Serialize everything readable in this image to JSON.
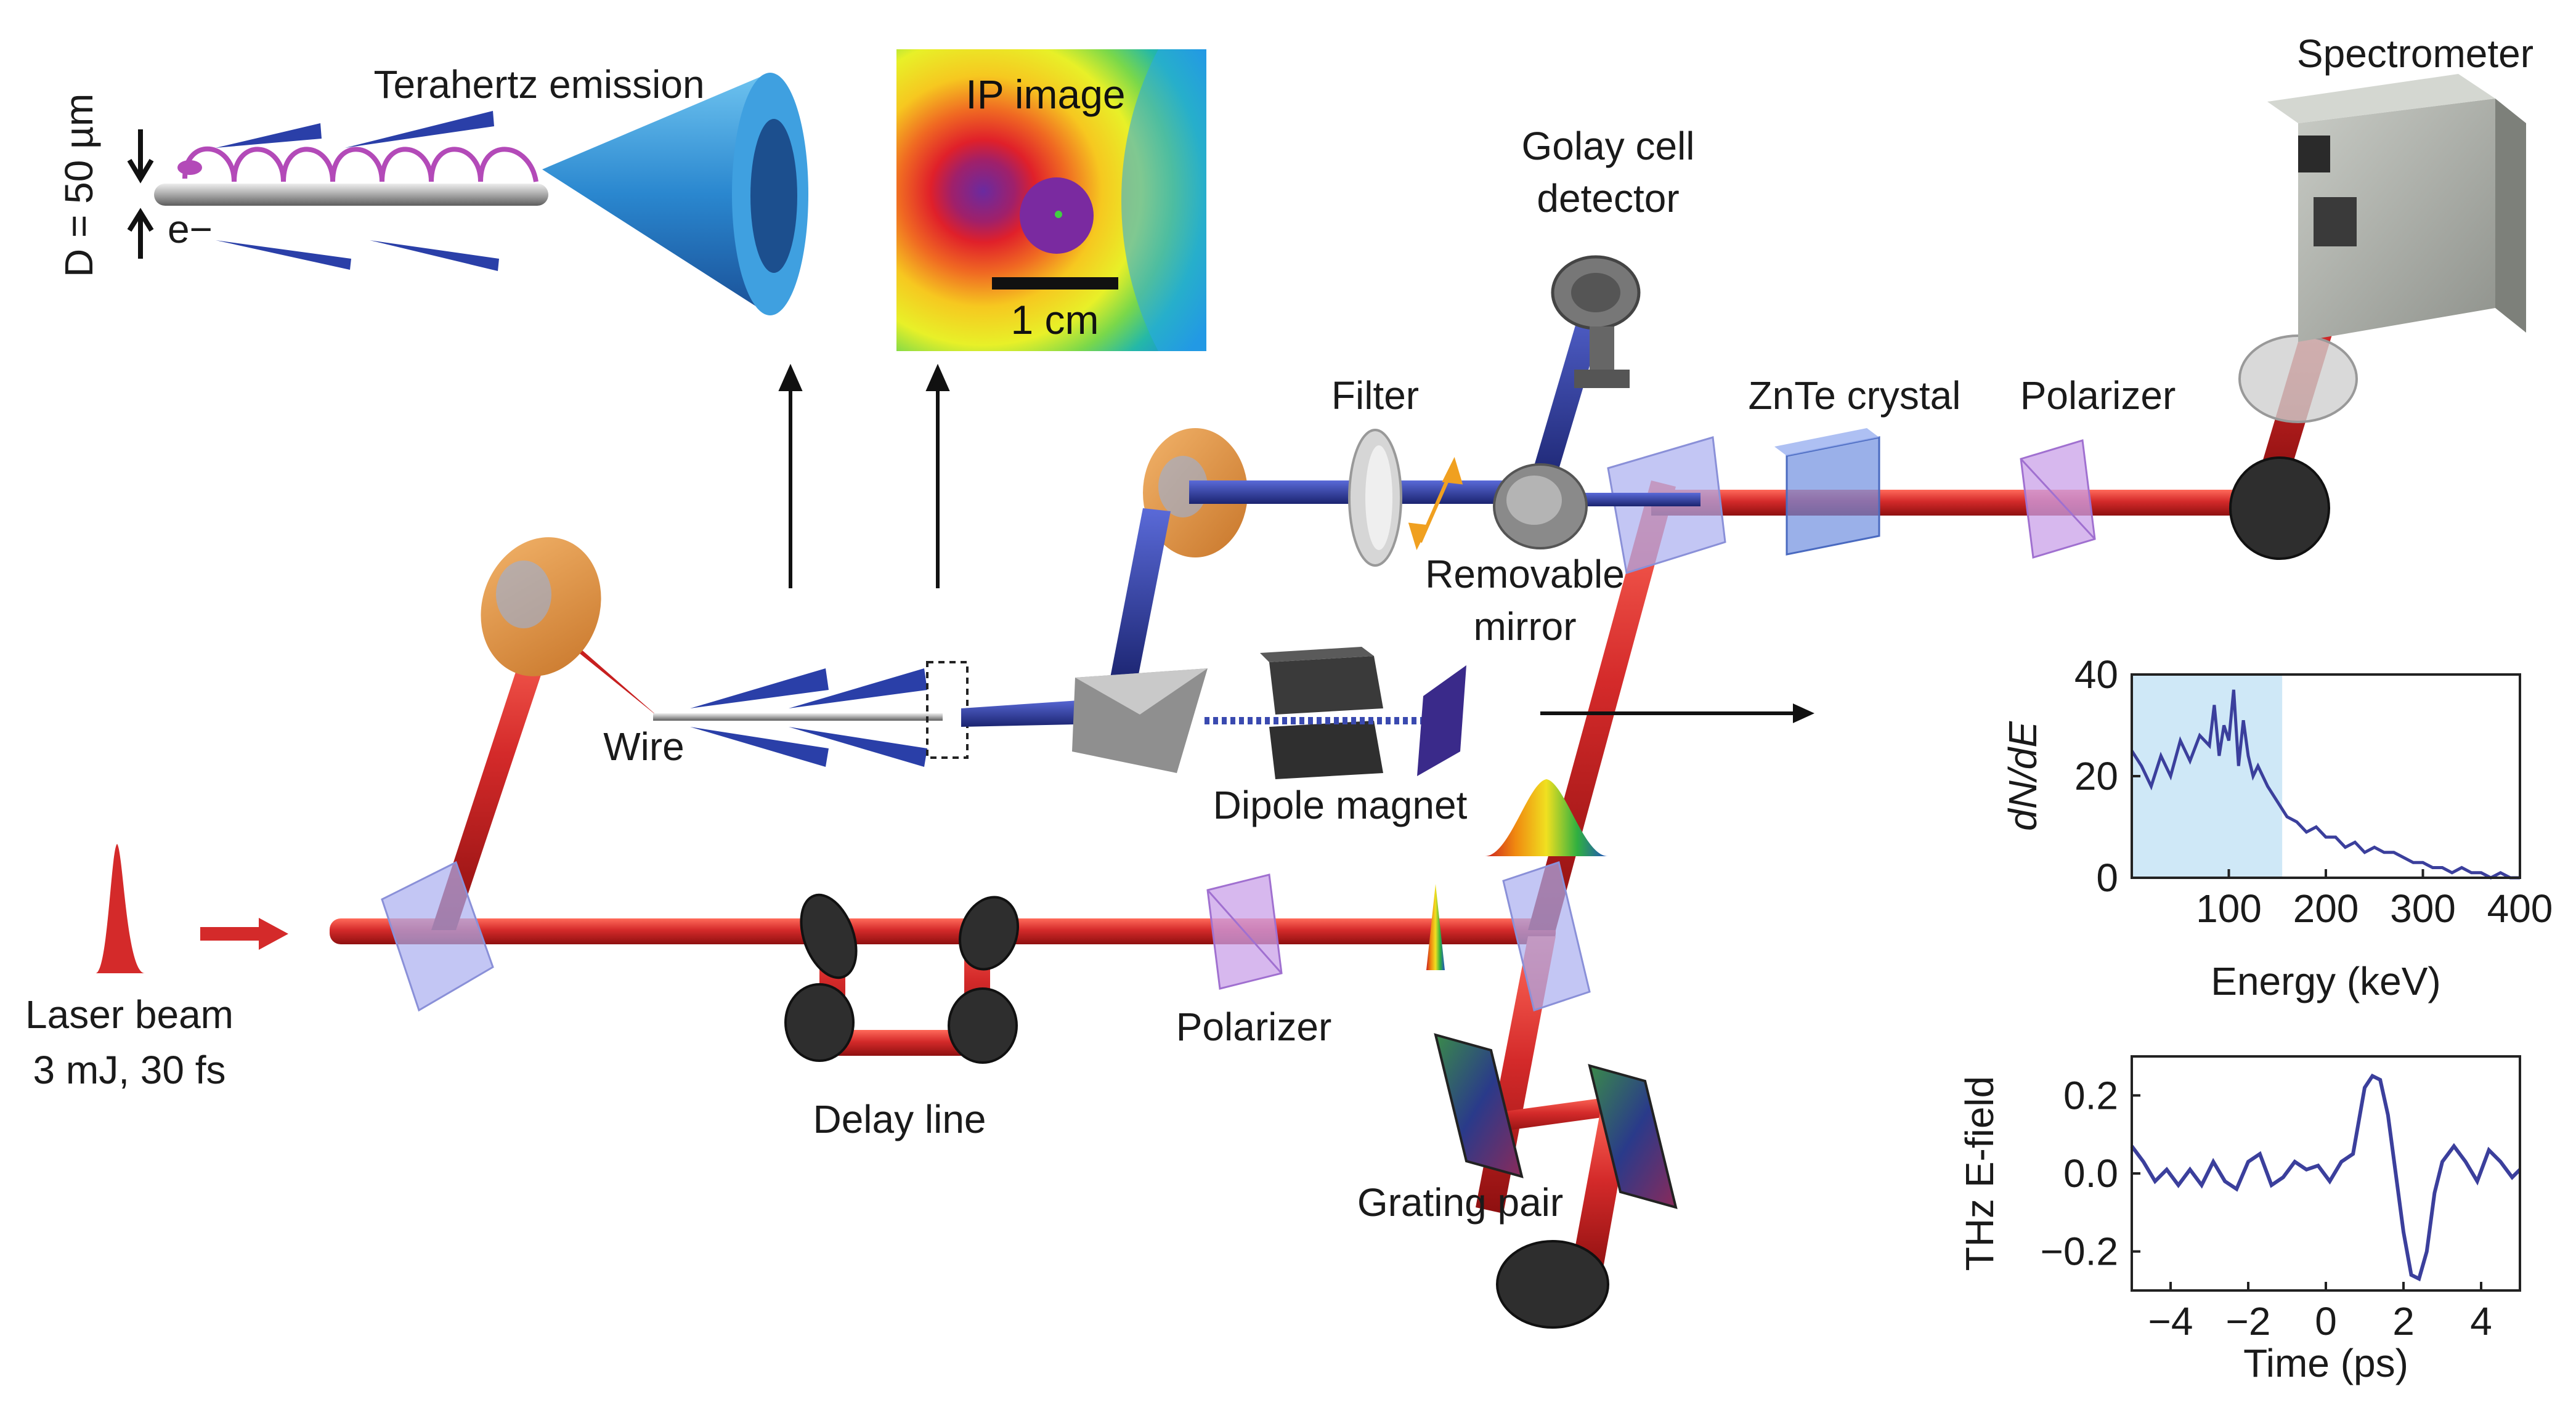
{
  "labels": {
    "terahertz_emission": "Terahertz emission",
    "diameter": "D = 50 µm",
    "electron": "e−",
    "ip_image": "IP image",
    "scale_bar": "1 cm",
    "spectrometer": "Spectrometer",
    "golay_line1": "Golay cell",
    "golay_line2": "detector",
    "filter": "Filter",
    "znte_crystal": "ZnTe crystal",
    "polarizer_top": "Polarizer",
    "removable_line1": "Removable",
    "removable_line2": "mirror",
    "wire": "Wire",
    "dipole_magnet": "Dipole magnet",
    "laser_line1": "Laser beam",
    "laser_line2": "3 mJ, 30 fs",
    "delay_line": "Delay line",
    "polarizer_bottom": "Polarizer",
    "grating_pair": "Grating pair"
  },
  "colors": {
    "laser": "#d42a2a",
    "thz": "#2c3e9e",
    "polarizer": "#c9a0e8",
    "splitter": "#a9aef0",
    "crystal": "#6f8fe0",
    "mirror": "#3a3a3a",
    "cone": "#2e86c9",
    "plot_line": "#3b3f9c",
    "plot_shade": "#cfe8f7"
  },
  "chart_data": [
    {
      "type": "line",
      "title": "",
      "xlabel": "Energy (keV)",
      "ylabel": "dN/dE",
      "xlim": [
        0,
        400
      ],
      "ylim": [
        0,
        40
      ],
      "xticks": [
        100,
        200,
        300,
        400
      ],
      "yticks": [
        0,
        20,
        40
      ],
      "shaded_range": [
        0,
        155
      ],
      "grid": false,
      "legend": "none",
      "series": [
        {
          "x": [
            0,
            10,
            20,
            30,
            40,
            50,
            60,
            70,
            80,
            85,
            90,
            95,
            100,
            105,
            110,
            115,
            120,
            125,
            130,
            140,
            150,
            160,
            170,
            180,
            190,
            200,
            210,
            220,
            230,
            240,
            250,
            260,
            270,
            280,
            290,
            300,
            310,
            320,
            330,
            340,
            350,
            360,
            370,
            380,
            390,
            400
          ],
          "y": [
            25,
            22,
            18,
            24,
            20,
            27,
            23,
            28,
            26,
            34,
            24,
            30,
            27,
            37,
            22,
            31,
            24,
            20,
            22,
            18,
            15,
            12,
            11,
            9,
            10,
            8,
            8,
            6,
            7,
            5,
            6,
            5,
            5,
            4,
            3,
            3,
            2,
            2,
            1,
            2,
            1,
            1,
            0,
            1,
            0,
            0
          ]
        }
      ]
    },
    {
      "type": "line",
      "title": "",
      "xlabel": "Time (ps)",
      "ylabel": "THz E-field",
      "xlim": [
        -5,
        5
      ],
      "ylim": [
        -0.3,
        0.3
      ],
      "xticks": [
        -4,
        -2,
        0,
        2,
        4
      ],
      "yticks": [
        -0.2,
        0.0,
        0.2
      ],
      "grid": false,
      "legend": "none",
      "series": [
        {
          "x": [
            -5,
            -4.7,
            -4.4,
            -4.1,
            -3.8,
            -3.5,
            -3.2,
            -2.9,
            -2.6,
            -2.3,
            -2.0,
            -1.7,
            -1.4,
            -1.1,
            -0.8,
            -0.5,
            -0.2,
            0.1,
            0.4,
            0.7,
            1.0,
            1.2,
            1.4,
            1.6,
            1.8,
            2.0,
            2.2,
            2.4,
            2.6,
            2.8,
            3.0,
            3.3,
            3.6,
            3.9,
            4.2,
            4.5,
            4.8,
            5.0
          ],
          "y": [
            0.07,
            0.03,
            -0.02,
            0.01,
            -0.03,
            0.01,
            -0.03,
            0.03,
            -0.02,
            -0.04,
            0.03,
            0.05,
            -0.03,
            -0.01,
            0.03,
            0.01,
            0.02,
            -0.02,
            0.03,
            0.05,
            0.22,
            0.25,
            0.24,
            0.15,
            0.0,
            -0.15,
            -0.26,
            -0.27,
            -0.2,
            -0.05,
            0.03,
            0.07,
            0.03,
            -0.02,
            0.06,
            0.03,
            -0.01,
            0.01
          ]
        }
      ]
    }
  ]
}
